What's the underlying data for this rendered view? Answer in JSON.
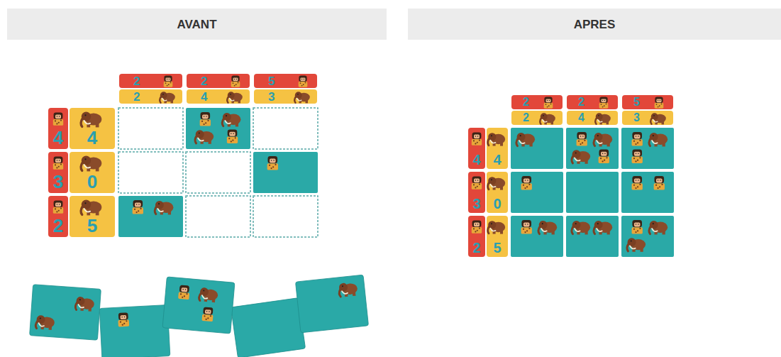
{
  "diagram": {
    "nodes": [
      {
        "text": [
          "AVANT"
        ]
      },
      {
        "text": [
          "2"
        ]
      },
      {
        "text": [
          "2"
        ]
      },
      {
        "text": [
          "5"
        ]
      },
      {
        "text": [
          "2"
        ]
      },
      {
        "text": [
          "4"
        ]
      },
      {
        "text": [
          "3"
        ]
      },
      {
        "text": [
          "4"
        ]
      },
      {
        "text": [
          "4"
        ]
      },
      {
        "text": [
          "3"
        ]
      },
      {
        "text": [
          "0"
        ]
      },
      {
        "text": [
          "2"
        ]
      },
      {
        "text": [
          "5"
        ]
      },
      {
        "text": [
          "APRES"
        ]
      },
      {
        "text": [
          "2"
        ]
      },
      {
        "text": [
          "2"
        ]
      },
      {
        "text": [
          "5"
        ]
      },
      {
        "text": [
          "2"
        ]
      },
      {
        "text": [
          "4"
        ]
      },
      {
        "text": [
          "3"
        ]
      },
      {
        "text": [
          "4"
        ]
      },
      {
        "text": [
          "4"
        ]
      },
      {
        "text": [
          "3"
        ]
      },
      {
        "text": [
          "0"
        ]
      },
      {
        "text": [
          "2"
        ]
      },
      {
        "text": [
          "5"
        ]
      }
    ]
  }
}
